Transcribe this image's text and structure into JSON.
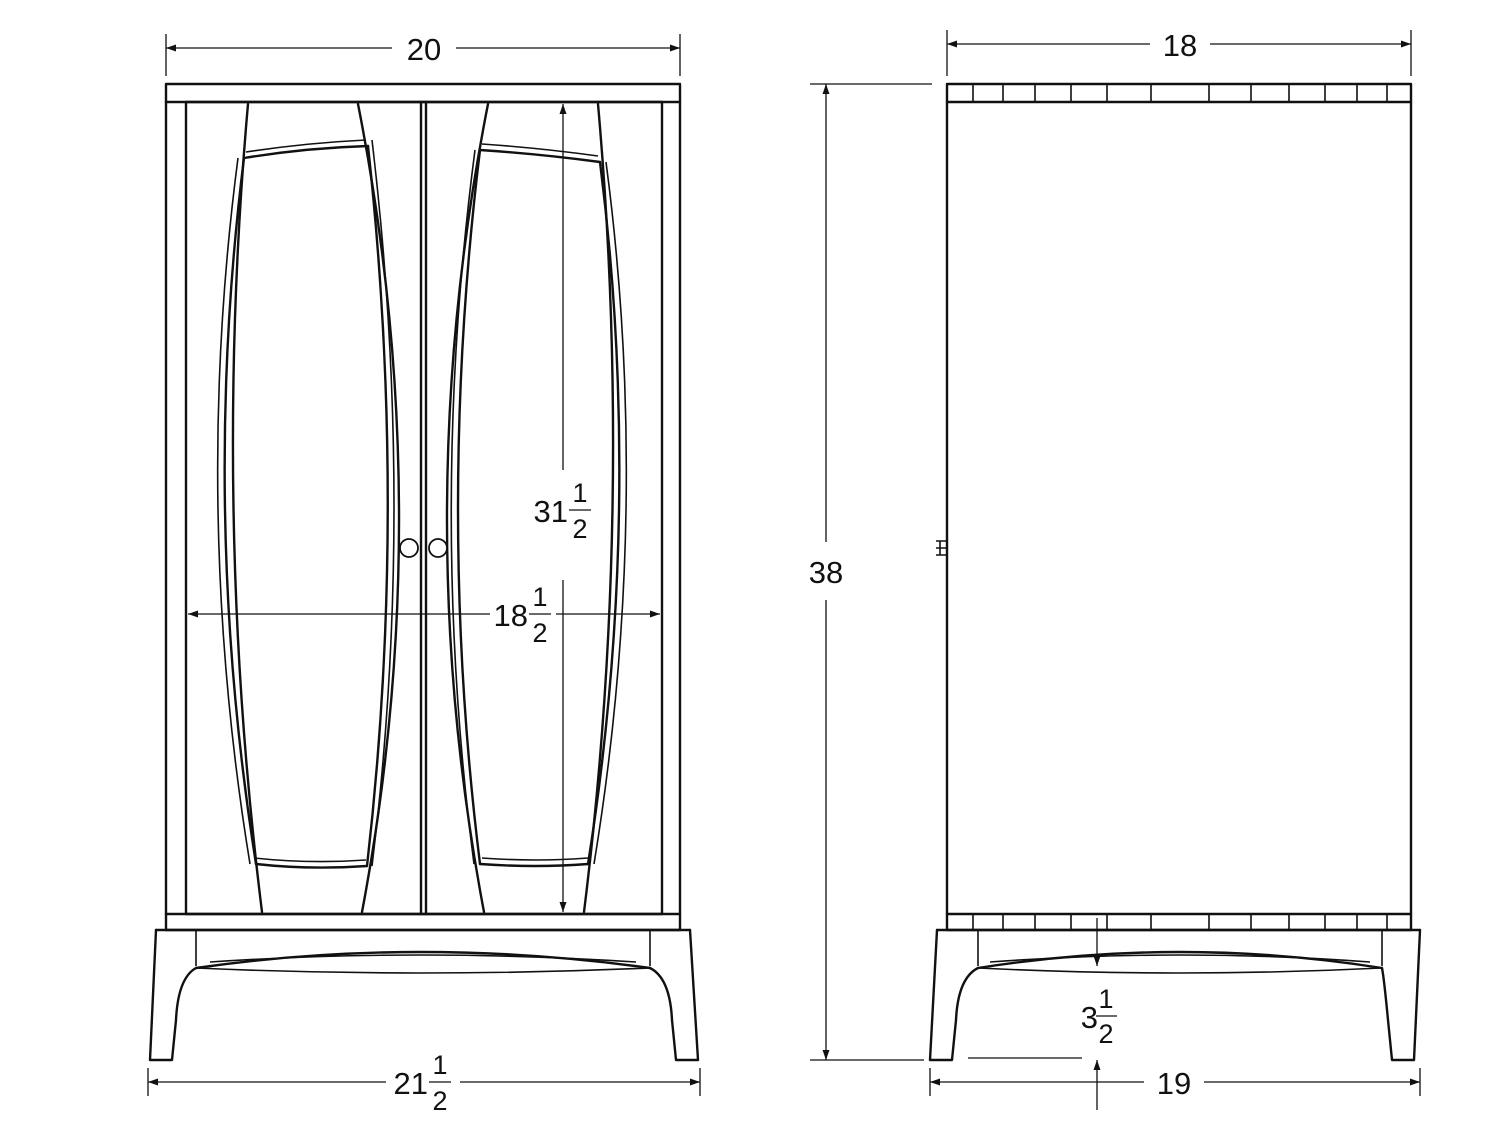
{
  "dimensions": {
    "front_width_top": "20",
    "side_depth_top": "18",
    "overall_height": "38",
    "door_height_whole": "31",
    "door_height_num": "1",
    "door_height_den": "2",
    "door_width_whole": "18",
    "door_width_num": "1",
    "door_width_den": "2",
    "base_width_whole": "21",
    "base_width_num": "1",
    "base_width_den": "2",
    "apron_height_whole": "3",
    "apron_height_num": "1",
    "apron_height_den": "2",
    "side_base_depth": "19"
  }
}
